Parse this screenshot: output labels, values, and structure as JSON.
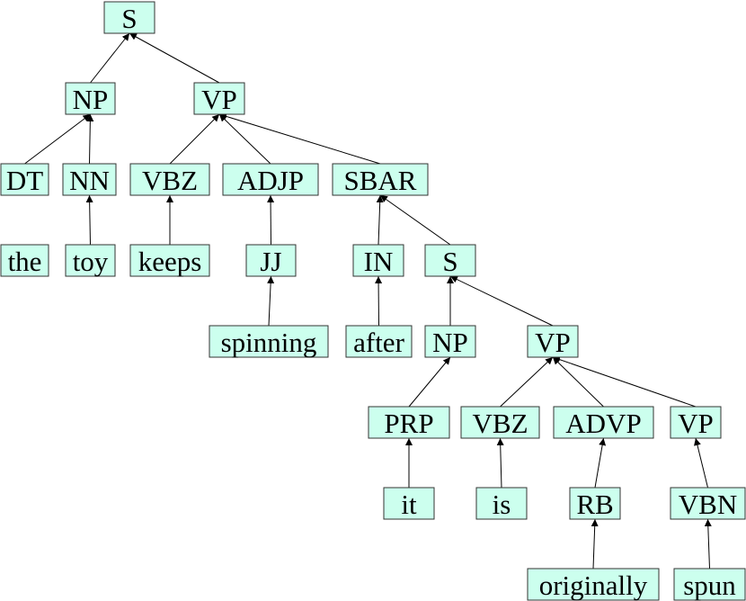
{
  "colors": {
    "node_fill": "#ccffee",
    "node_border": "#333333",
    "edge": "#000000"
  },
  "nodes": [
    {
      "id": "s_root",
      "label": "S"
    },
    {
      "id": "np1",
      "label": "NP"
    },
    {
      "id": "vp1",
      "label": "VP"
    },
    {
      "id": "dt",
      "label": "DT"
    },
    {
      "id": "nn",
      "label": "NN"
    },
    {
      "id": "vbz1",
      "label": "VBZ"
    },
    {
      "id": "adjp",
      "label": "ADJP"
    },
    {
      "id": "sbar",
      "label": "SBAR"
    },
    {
      "id": "w_the",
      "label": "the"
    },
    {
      "id": "w_toy",
      "label": "toy"
    },
    {
      "id": "w_keeps",
      "label": "keeps"
    },
    {
      "id": "jj",
      "label": "JJ"
    },
    {
      "id": "in",
      "label": "IN"
    },
    {
      "id": "s2",
      "label": "S"
    },
    {
      "id": "w_spinning",
      "label": "spinning"
    },
    {
      "id": "w_after",
      "label": "after"
    },
    {
      "id": "np2",
      "label": "NP"
    },
    {
      "id": "vp2",
      "label": "VP"
    },
    {
      "id": "prp",
      "label": "PRP"
    },
    {
      "id": "vbz2",
      "label": "VBZ"
    },
    {
      "id": "advp",
      "label": "ADVP"
    },
    {
      "id": "vp3",
      "label": "VP"
    },
    {
      "id": "w_it",
      "label": "it"
    },
    {
      "id": "w_is",
      "label": "is"
    },
    {
      "id": "rb",
      "label": "RB"
    },
    {
      "id": "vbn",
      "label": "VBN"
    },
    {
      "id": "w_originally",
      "label": "originally"
    },
    {
      "id": "w_spun",
      "label": "spun"
    }
  ],
  "edges": [
    [
      "np1",
      "s_root"
    ],
    [
      "vp1",
      "s_root"
    ],
    [
      "dt",
      "np1"
    ],
    [
      "nn",
      "np1"
    ],
    [
      "vbz1",
      "vp1"
    ],
    [
      "adjp",
      "vp1"
    ],
    [
      "sbar",
      "vp1"
    ],
    [
      "w_toy",
      "nn"
    ],
    [
      "w_keeps",
      "vbz1"
    ],
    [
      "jj",
      "adjp"
    ],
    [
      "in",
      "sbar"
    ],
    [
      "s2",
      "sbar"
    ],
    [
      "w_spinning",
      "jj"
    ],
    [
      "w_after",
      "in"
    ],
    [
      "np2",
      "s2"
    ],
    [
      "vp2",
      "s2"
    ],
    [
      "prp",
      "np2"
    ],
    [
      "vbz2",
      "vp2"
    ],
    [
      "advp",
      "vp2"
    ],
    [
      "vp3",
      "vp2"
    ],
    [
      "w_it",
      "prp"
    ],
    [
      "w_is",
      "vbz2"
    ],
    [
      "rb",
      "advp"
    ],
    [
      "vbn",
      "vp3"
    ],
    [
      "w_originally",
      "rb"
    ],
    [
      "w_spun",
      "vbn"
    ]
  ]
}
